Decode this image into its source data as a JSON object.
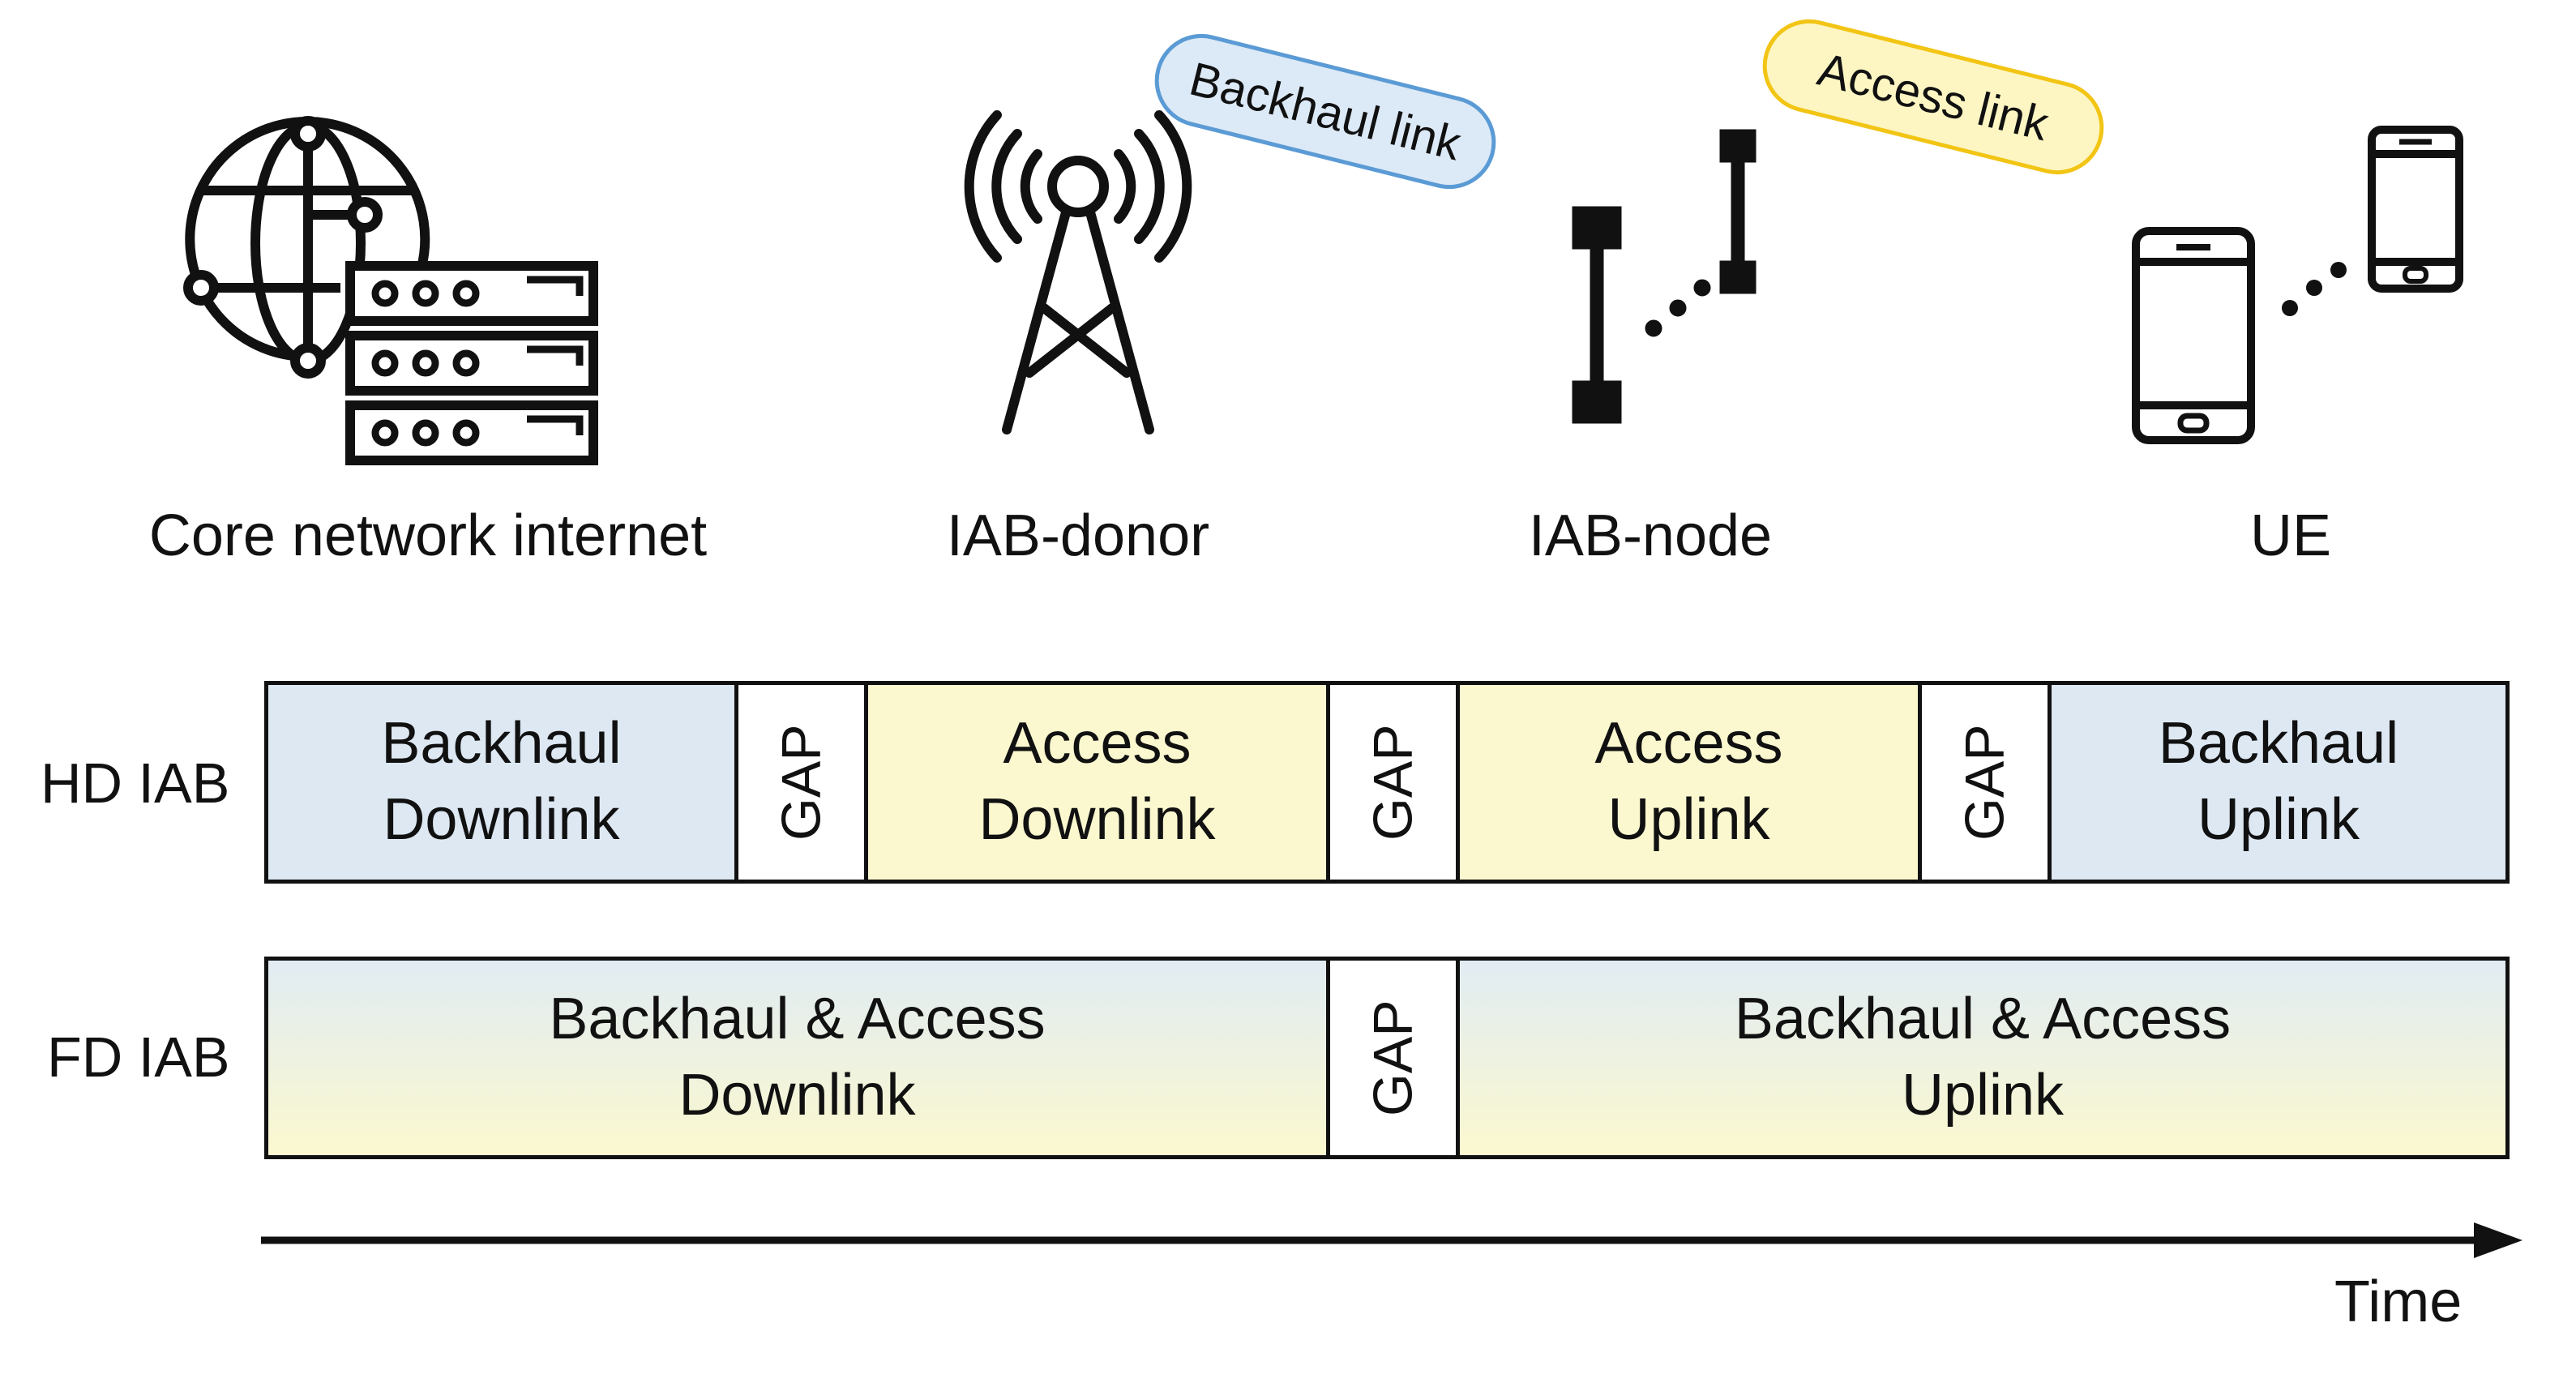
{
  "colors": {
    "backhaul": "#dde8f3",
    "access": "#fbf8cf",
    "gap": "#ffffff",
    "backhaul_pill_fill": "#dce9f6",
    "backhaul_pill_border": "#5b9bd5",
    "access_pill_fill": "#fdf6c3",
    "access_pill_border": "#f2c515"
  },
  "entities": [
    {
      "label": "Core network internet",
      "icon": "globe-server-icon"
    },
    {
      "label": "IAB-donor",
      "icon": "antenna-tower-icon"
    },
    {
      "label": "IAB-node",
      "icon": "relay-node-icon"
    },
    {
      "label": "UE",
      "icon": "smartphone-icon"
    }
  ],
  "links": [
    {
      "label": "Backhaul link"
    },
    {
      "label": "Access link"
    }
  ],
  "hd_iab": {
    "label": "HD IAB",
    "segments": [
      {
        "type": "backhaul",
        "lines": [
          "Backhaul",
          "Downlink"
        ]
      },
      {
        "type": "gap",
        "lines": [
          "GAP"
        ]
      },
      {
        "type": "access",
        "lines": [
          "Access",
          "Downlink"
        ]
      },
      {
        "type": "gap",
        "lines": [
          "GAP"
        ]
      },
      {
        "type": "access",
        "lines": [
          "Access",
          "Uplink"
        ]
      },
      {
        "type": "gap",
        "lines": [
          "GAP"
        ]
      },
      {
        "type": "backhaul",
        "lines": [
          "Backhaul",
          "Uplink"
        ]
      }
    ]
  },
  "fd_iab": {
    "label": "FD IAB",
    "segments": [
      {
        "type": "mixed",
        "lines": [
          "Backhaul & Access",
          "Downlink"
        ]
      },
      {
        "type": "gap",
        "lines": [
          "GAP"
        ]
      },
      {
        "type": "mixed",
        "lines": [
          "Backhaul & Access",
          "Uplink"
        ]
      }
    ]
  },
  "time_axis": {
    "label": "Time"
  }
}
